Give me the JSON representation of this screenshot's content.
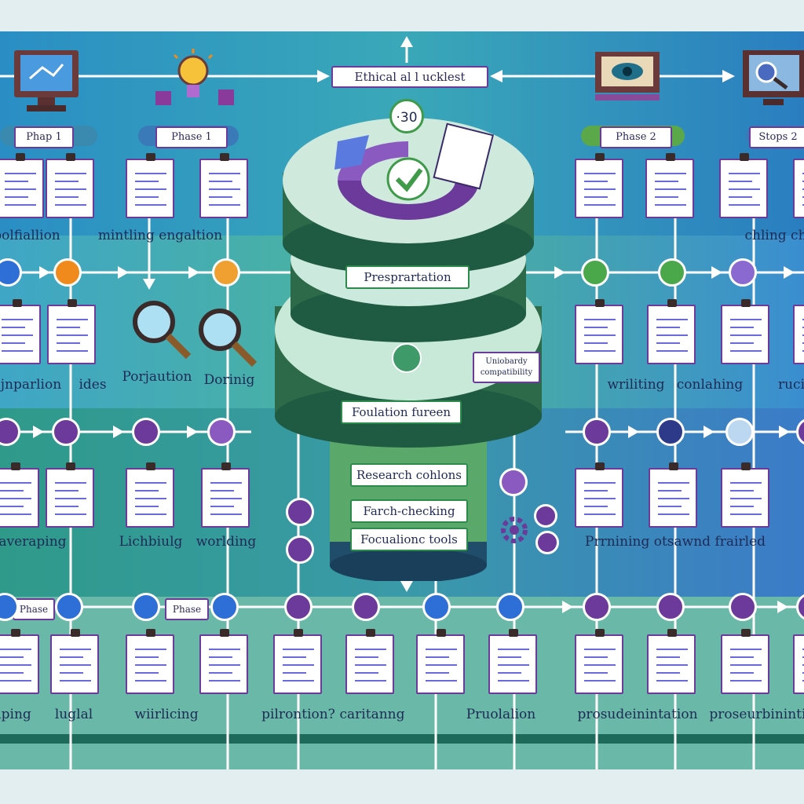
{
  "title": "Ethical al l ucklest",
  "badge": "·30",
  "phases": [
    "Phap 1",
    "Phase 1",
    "Phase 2",
    "Stops 2"
  ],
  "center": {
    "top": "Presprartation",
    "mid": "Foulation fureen",
    "side": "Uniobardy compatibility",
    "tools": [
      "Research cohlons",
      "Farch-checking",
      "Focualionc tools"
    ]
  },
  "row1_labels": [
    "polfiallion",
    "mintling engaltion",
    "chling ch"
  ],
  "row2_labels": [
    "ujnparlion",
    "ides",
    "Porjaution",
    "Dorinig",
    "wriliting",
    "conlahing",
    "ruci"
  ],
  "row3_labels": [
    "daveraping",
    "Lichbiulg",
    "worlding",
    "Prrnining otsawnd frairled"
  ],
  "row4_tags": [
    "Phase",
    "Phase"
  ],
  "row4_labels": [
    "lping",
    "luglal",
    "wiirlicing",
    "pilrontion?",
    "caritanng",
    "Pruolalion",
    "prosudeinintation",
    "proseurbinintia"
  ],
  "colors": {
    "purple": "#6b3a9a",
    "blue": "#2d6fd6",
    "green": "#3f9a4a",
    "orange": "#f08a1c",
    "teal": "#2f8fa8"
  }
}
